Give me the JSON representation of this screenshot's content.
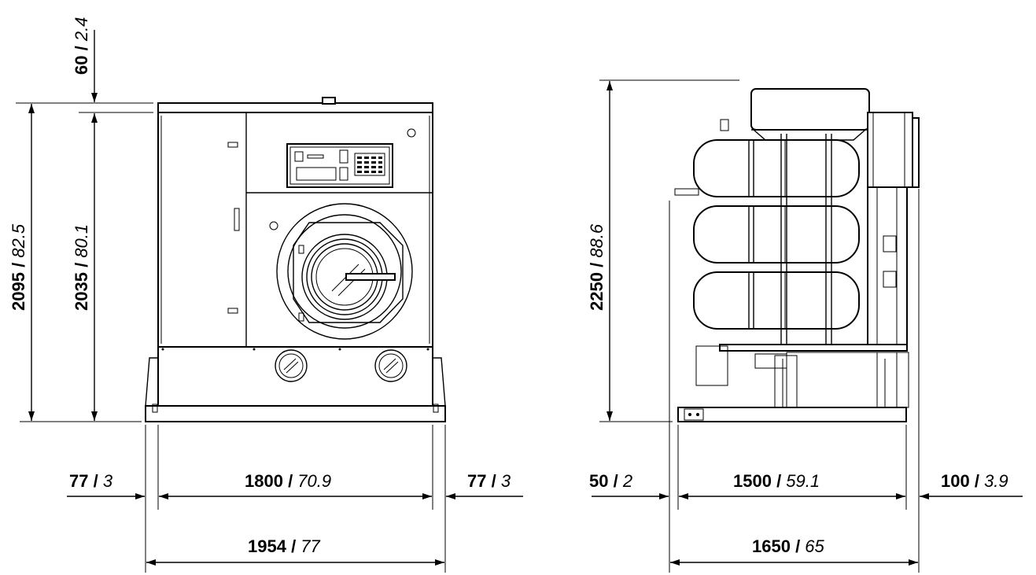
{
  "front_view": {
    "top_clearance": {
      "metric": "60",
      "sep": " / ",
      "imperial": "2.4"
    },
    "overall_height": {
      "metric": "2095",
      "sep": " / ",
      "imperial": "82.5"
    },
    "body_height": {
      "metric": "2035",
      "sep": " / ",
      "imperial": "80.1"
    },
    "left_margin": {
      "metric": "77",
      "sep": " / ",
      "imperial": "3"
    },
    "body_width": {
      "metric": "1800",
      "sep": " / ",
      "imperial": "70.9"
    },
    "right_margin": {
      "metric": "77",
      "sep": " / ",
      "imperial": "3"
    },
    "overall_width": {
      "metric": "1954",
      "sep": " / ",
      "imperial": "77"
    }
  },
  "side_view": {
    "overall_height": {
      "metric": "2250",
      "sep": " / ",
      "imperial": "88.6"
    },
    "left_margin": {
      "metric": "50",
      "sep": " / ",
      "imperial": "2"
    },
    "body_depth": {
      "metric": "1500",
      "sep": " / ",
      "imperial": "59.1"
    },
    "right_margin": {
      "metric": "100",
      "sep": " / ",
      "imperial": "3.9"
    },
    "overall_depth": {
      "metric": "1650",
      "sep": " / ",
      "imperial": "65"
    }
  }
}
